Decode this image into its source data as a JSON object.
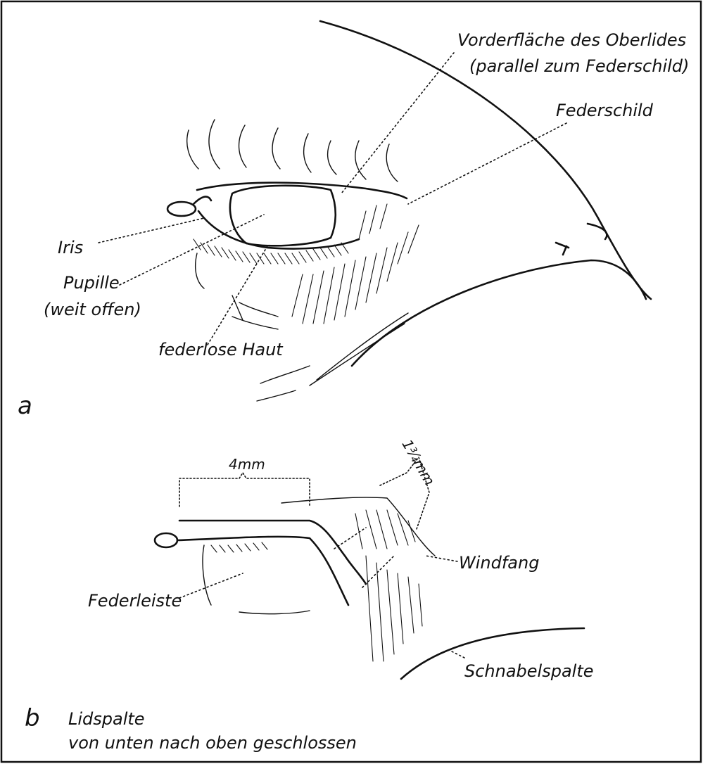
{
  "figure_a": {
    "panel_letter": "a",
    "labels": {
      "anterior_upper_lid_line1": "Vorderfläche des Oberlides",
      "anterior_upper_lid_line2": "(parallel zum Federschild)",
      "feather_shield": "Federschild",
      "iris": "Iris",
      "pupil_line1": "Pupille",
      "pupil_line2": "(weit offen)",
      "featherless_skin": "federlose Haut"
    }
  },
  "figure_b": {
    "panel_letter": "b",
    "caption_line1": "Lidspalte",
    "caption_line2": "von unten nach oben geschlossen",
    "labels": {
      "width_measure": "4mm",
      "width_measure_2": "1¾mm",
      "windbreak": "Windfang",
      "feather_ridge": "Federleiste",
      "beak_slit": "Schnabelspalte"
    }
  }
}
